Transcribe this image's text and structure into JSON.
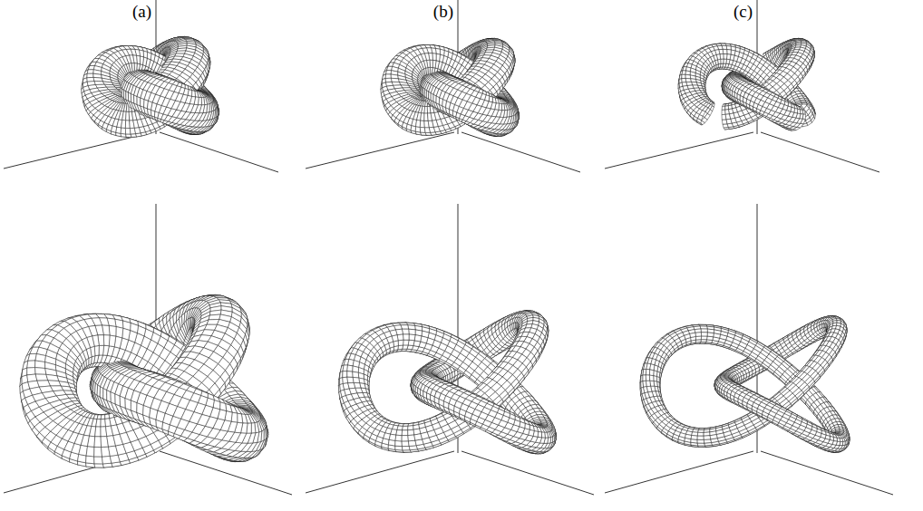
{
  "diagram": {
    "labels": [
      "(a)",
      "(b)",
      "(c)"
    ]
  }
}
